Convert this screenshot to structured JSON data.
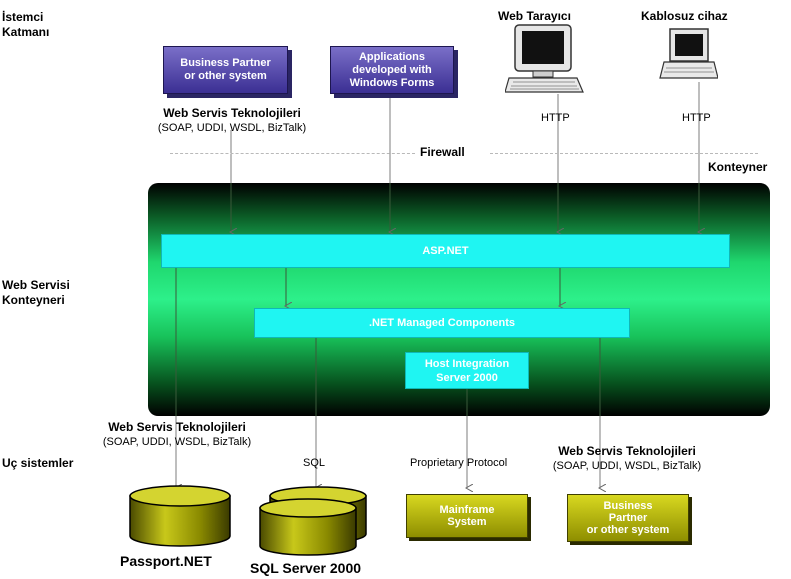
{
  "left_labels": {
    "client_tier": [
      "İstemci",
      "Katmanı"
    ],
    "container_tier": [
      "Web Servisi",
      "Konteyneri"
    ],
    "end_systems": "Uç sistemler"
  },
  "top": {
    "business_partner": [
      "Business Partner",
      "or other system"
    ],
    "windows_forms": [
      "Applications",
      "developed with",
      "Windows Forms"
    ],
    "web_browser": "Web Tarayıcı",
    "wireless_device": "Kablosuz cihaz",
    "http_1": "HTTP",
    "http_2": "HTTP"
  },
  "web_services_top": {
    "title": "Web Servis Teknolojileri",
    "protocols": "(SOAP, UDDI, WSDL, BizTalk)"
  },
  "firewall": "Firewall",
  "container_label": "Konteyner",
  "container": {
    "aspnet": "ASP.NET",
    "managed_components": ".NET Managed Components",
    "host_integration": [
      "Host Integration",
      "Server 2000"
    ]
  },
  "bottom": {
    "ws_left_title": "Web Servis Teknolojileri",
    "ws_left_protocols": "(SOAP, UDDI, WSDL, BizTalk)",
    "sql": "SQL",
    "proprietary": "Proprietary Protocol",
    "ws_right_title": "Web Servis Teknolojileri",
    "ws_right_protocols": "(SOAP, UDDI, WSDL, BizTalk)",
    "passport": "Passport.NET",
    "sql_server": "SQL Server 2000",
    "mainframe": [
      "Mainframe",
      "System"
    ],
    "business_partner": [
      "Business",
      "Partner",
      "or other system"
    ]
  },
  "icons": [
    "monitor-icon",
    "laptop-icon",
    "database-icon"
  ],
  "colors": {
    "purple": "#3b2f93",
    "cyan": "#1ff5f2",
    "green": "#2df08a",
    "olive": "#8e8e00"
  }
}
